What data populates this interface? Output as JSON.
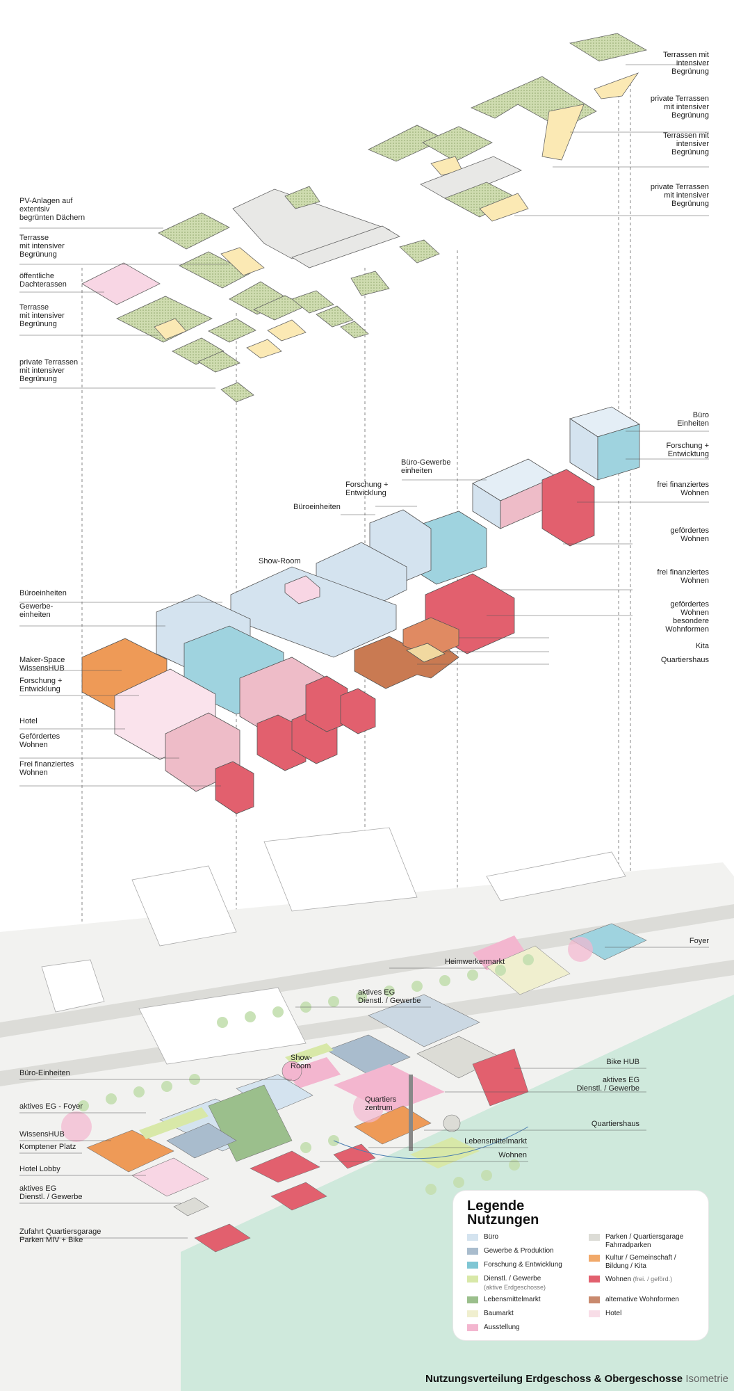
{
  "roof_labels_left": [
    "PV-Anlagen auf|extentsiv|begrünten Dächern",
    "Terrasse|mit intensiver|Begrünung",
    "öffentliche|Dachterassen",
    "Terrasse|mit intensiver|Begrünung",
    "private Terrassen|mit intensiver|Begrünung"
  ],
  "roof_labels_right": [
    "Terrassen mit|intensiver|Begrünung",
    "private Terrassen|mit intensiver|Begrünung",
    "Terrassen mit|intensiver|Begrünung",
    "private Terrassen|mit intensiver|Begrünung"
  ],
  "upper_labels_left": [
    "Büroeinheiten",
    "Gewerbe-|einheiten",
    "Maker-Space|WissensHUB",
    "Forschung +|Entwicklung",
    "Hotel",
    "Gefördertes|Wohnen",
    "Frei finanziertes|Wohnen"
  ],
  "upper_labels_mid": [
    "Show-Room",
    "Büroeinheiten",
    "Forschung +|Entwicklung",
    "Büro-Gewerbe|einheiten"
  ],
  "upper_labels_right": [
    "Büro|Einheiten",
    "Forschung +|Entwicktung",
    "frei finanziertes|Wohnen",
    "gefördertes|Wohnen",
    "frei finanziertes|Wohnen",
    "gefördertes|Wohnen",
    "besondere|Wohnformen",
    "Kita",
    "Quartiershaus"
  ],
  "ground_labels_left": [
    "Büro-Einheiten",
    "aktives EG - Foyer",
    "WissensHUB",
    "Komptener Platz",
    "Hotel Lobby",
    "aktives EG|Dienstl. / Gewerbe",
    "Zufahrt Quartiersgarage|Parken MIV + Bike"
  ],
  "ground_labels_right": [
    "Foyer",
    "Heimwerkermarkt",
    "aktives EG|Dienstl. / Gewerbe",
    "Bike HUB",
    "aktives EG|Dienstl. / Gewerbe",
    "Quartiershaus",
    "Lebensmittelmarkt",
    "Wohnen"
  ],
  "ground_labels_inline": [
    "Show-|Room",
    "Quartiers|zentrum"
  ],
  "legend": {
    "title": "Legende|Nutzungen",
    "col1": [
      {
        "label": "Büro",
        "color": "#d4e3ef"
      },
      {
        "label": "Gewerbe & Produktion",
        "color": "#a9bccd"
      },
      {
        "label": "Forschung & Entwicklung",
        "color": "#7fc6d4"
      },
      {
        "label": "Dienstl. / Gewerbe",
        "sub": "(aktive Erdgeschosse)",
        "color": "#d8e8a8"
      },
      {
        "label": "Lebensmittelmarkt",
        "color": "#9bbf8c"
      },
      {
        "label": "Baumarkt",
        "color": "#f0efcf"
      },
      {
        "label": "Ausstellung",
        "color": "#f3b6cf"
      }
    ],
    "col2": [
      {
        "label": "Parken / Quartiersgarage|Fahrradparken",
        "color": "#dcdcd6"
      },
      {
        "label": "Kultur / Gemeinschaft /|Bildung / Kita",
        "color": "#f1a96a"
      },
      {
        "label": "Wohnen",
        "sub": "(frei. / geförd.)",
        "color": "#e2606e"
      },
      {
        "label": "alternative Wohnformen",
        "color": "#c98a6e"
      },
      {
        "label": "Hotel",
        "color": "#f8dde7"
      }
    ]
  },
  "footer": {
    "bold": "Nutzungsverteilung Erdgeschoss & Obergeschosse",
    "regular": "Isometrie"
  },
  "colors": {
    "green_roof": "#cfdcb0",
    "terrace": "#fbe9b4",
    "public_roof": "#f8d6e4",
    "roof_gray": "#e8e8e6",
    "office": "#d4e3ef",
    "research": "#9fd3df",
    "commercial": "#b9c9d6",
    "living_free": "#e2606e",
    "living_subs": "#eebcc8",
    "hotel": "#fae3ec",
    "culture": "#ee9a57",
    "alt_living": "#c97a52",
    "water": "#cfe9dc",
    "tree": "#c4dfb0"
  }
}
